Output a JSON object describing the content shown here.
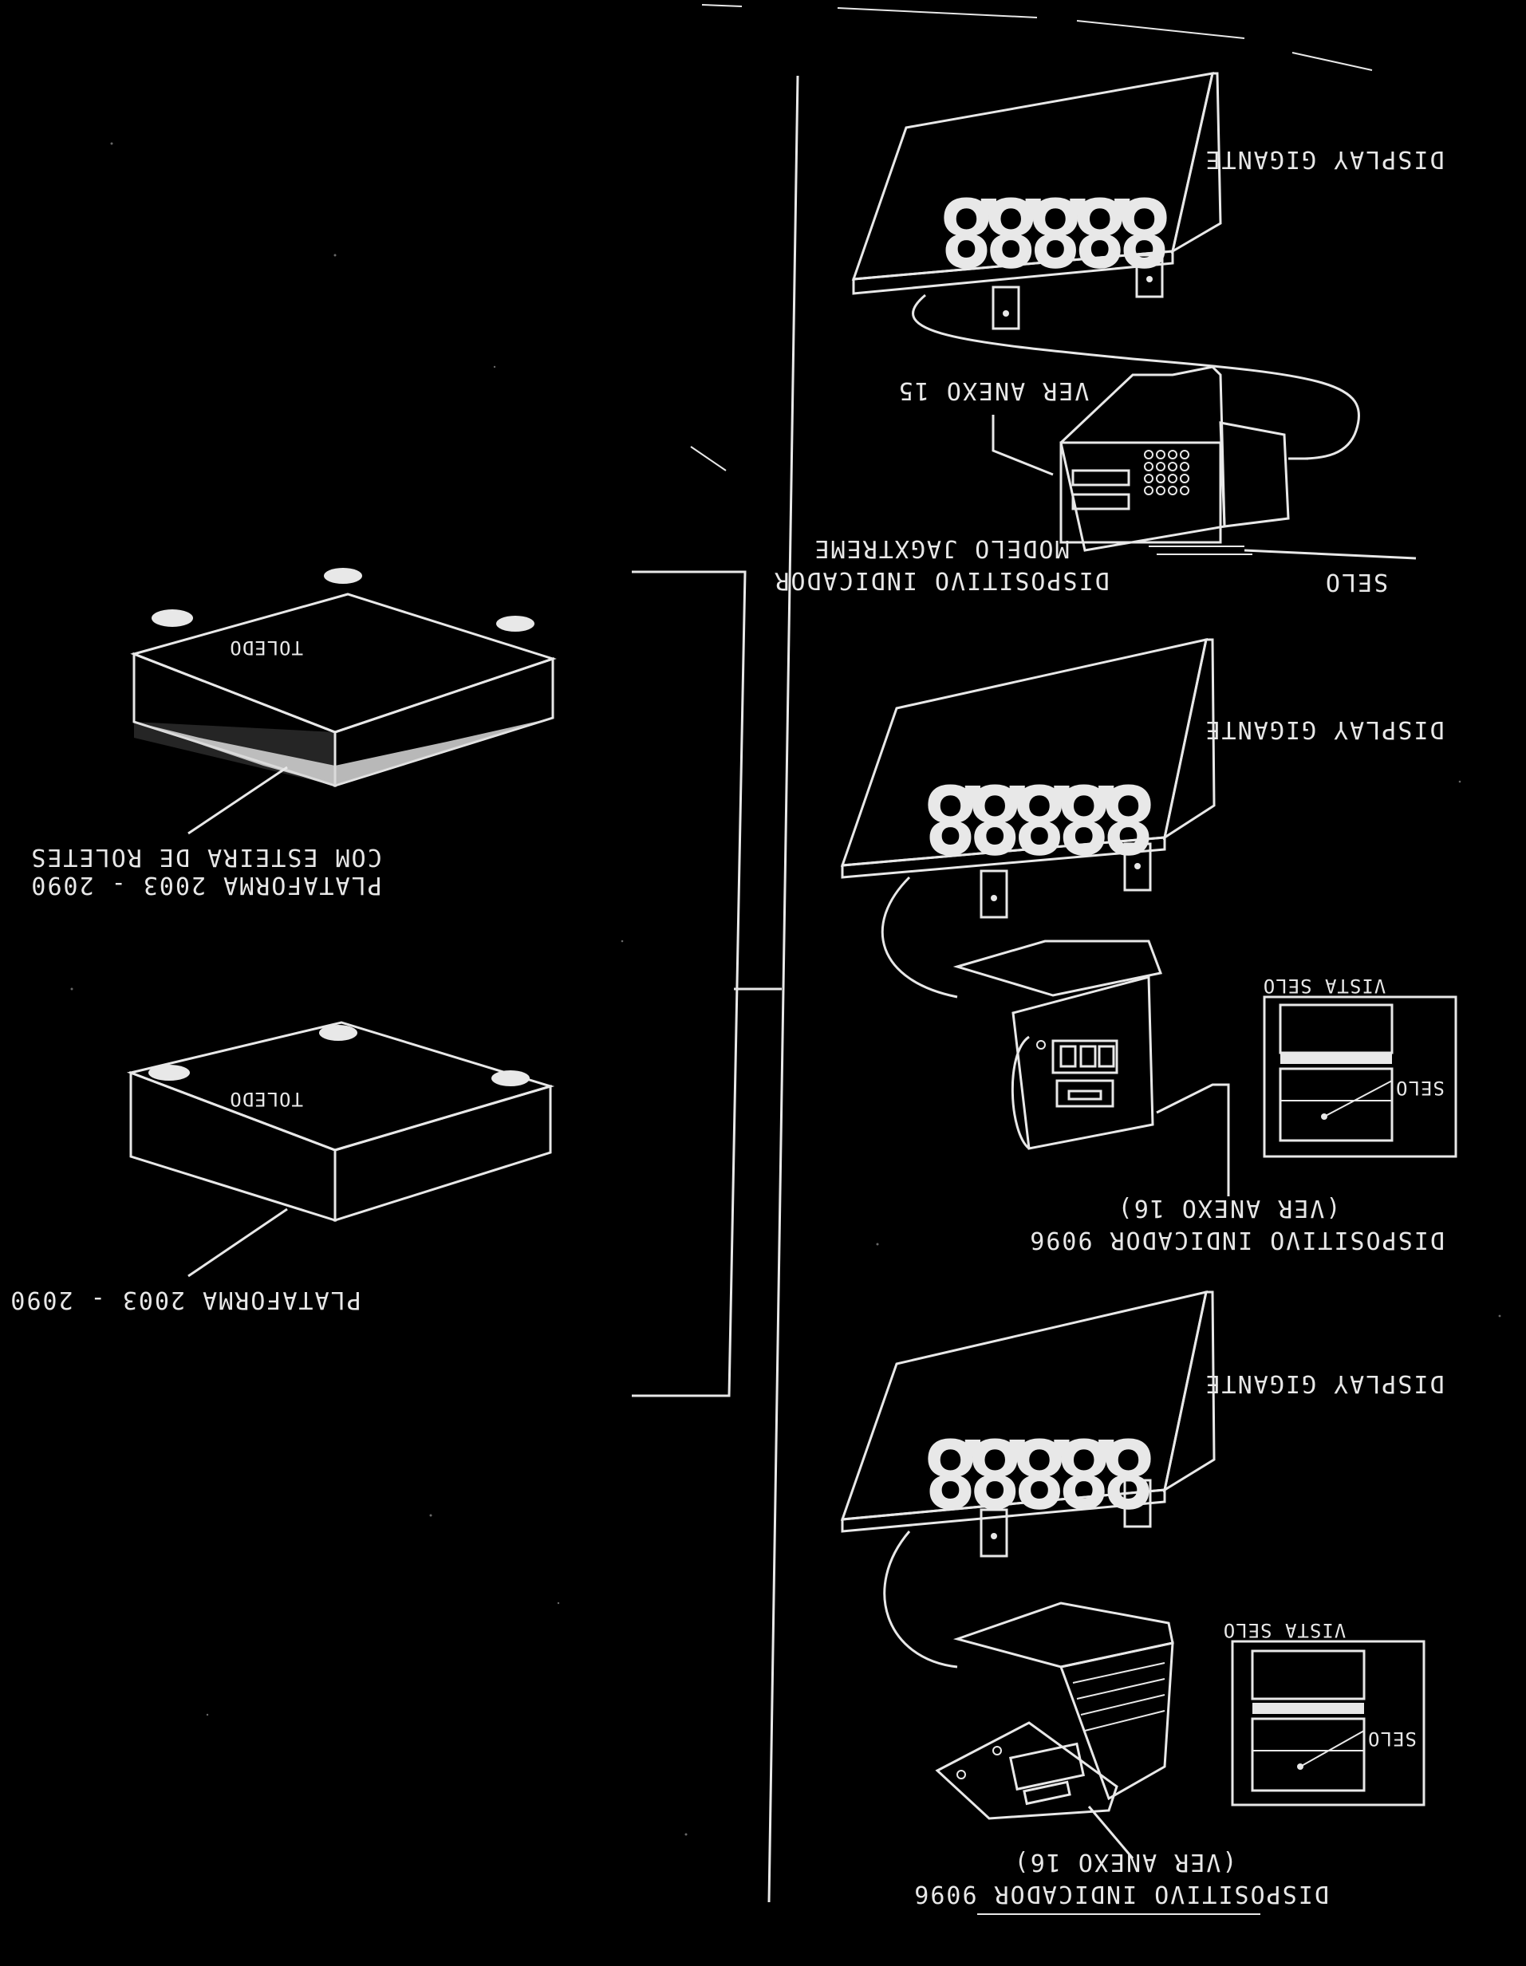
{
  "labels": {
    "platform_top": [
      "COM ESTEIRA DE ROLETES",
      "PLATAFORMA 2003 - 2090"
    ],
    "platform_bottom": "PLATAFORMA 2003 - 2090",
    "brand": "TOLEDO",
    "display_1": "DISPLAY GIGANTE",
    "display_2": "DISPLAY GIGANTE",
    "display_3": "DISPLAY GIGANTE",
    "display_digits": "8.8.8.8.8",
    "annex_15": "VER ANEXO 15",
    "jagxtreme": [
      "MODELO JAGXTREME",
      "DISPOSITIVO INDICADOR"
    ],
    "selo": "SELO",
    "vista_selo_1": "VISTA SELO",
    "vista_selo_2": "VISTA SELO",
    "selo_inset_1": "SELO",
    "selo_inset_2": "SELO",
    "ind9096_1": [
      "(VER ANEXO 16)",
      "DISPOSITIVO INDICADOR 9096"
    ],
    "ind9096_2": [
      "(VER ANEXO 16)",
      "DISPOSITIVO INDICADOR 9096"
    ]
  }
}
